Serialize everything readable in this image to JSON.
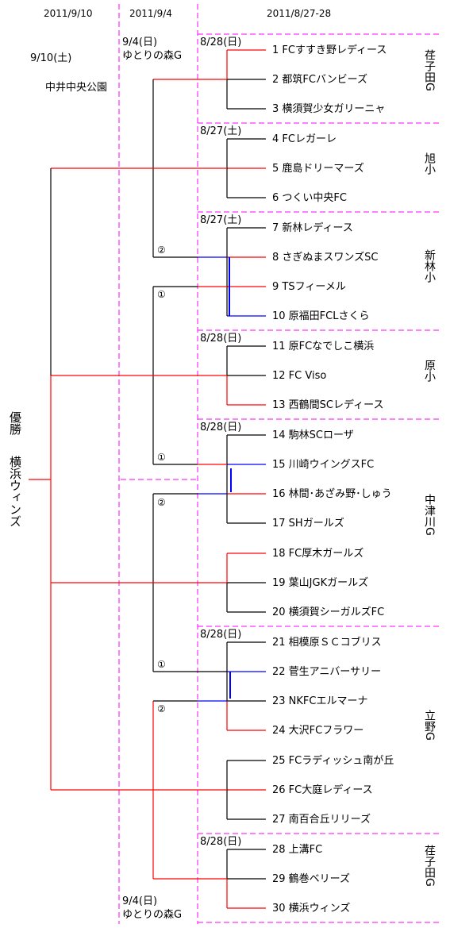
{
  "header": {
    "col_final": "2011/9/10",
    "col_semi": "2011/9/4",
    "col_groups": "2011/8/27-28"
  },
  "final_info": {
    "date": "9/10(土)",
    "venue": "中井中央公園"
  },
  "semi_info_top": {
    "date": "9/4(日)",
    "venue": "ゆとりの森G"
  },
  "semi_info_bottom": {
    "date": "9/4(日)",
    "venue": "ゆとりの森G"
  },
  "champion": {
    "title": "優勝",
    "name": "横浜ウィンズ"
  },
  "groups": [
    {
      "date": "8/28(日)",
      "venue": "荏子田G"
    },
    {
      "date": "8/27(土)",
      "venue": "旭小"
    },
    {
      "date": "8/27(土)",
      "venue": "新林小"
    },
    {
      "date": "8/28(日)",
      "venue": "原小"
    },
    {
      "date": "8/28(日)",
      "venue": "中津川G"
    },
    {
      "date": "8/28(日)",
      "venue": "立野G"
    },
    {
      "date": "8/28(日)",
      "venue": "荏子田G"
    }
  ],
  "teams": [
    "1 FCすすき野レディース",
    "2 都筑FCバンビーズ",
    "3 横須賀少女ガリーニャ",
    "4 FCレガーレ",
    "5 鹿島ドリーマーズ",
    "6 つくい中央FC",
    "7 新林レディース",
    "8 さぎぬまスワンズSC",
    "9 TSフィーメル",
    "10 原福田FCLさくら",
    "11 原FCなでしこ横浜",
    "12 FC Viso",
    "13 西鶴間SCレディース",
    "14 駒林SCローザ",
    "15 川崎ウイングスFC",
    "16 林間･あざみ野･しゅう",
    "17 SHガールズ",
    "18 FC厚木ガールズ",
    "19 葉山JGKガールズ",
    "20 横須賀シーガルズFC",
    "21 相模原ＳＣコブリス",
    "22 菅生アニバーサリー",
    "23 NKFCエルマーナ",
    "24 大沢FCフラワー",
    "25 FCラディッシュ南が丘",
    "26 FC大庭レディース",
    "27 南百合丘リリーズ",
    "28 上溝FC",
    "29 鶴巻ベリーズ",
    "30 横浜ウィンズ"
  ],
  "match_markers": [
    "②",
    "①",
    "①",
    "②",
    "①",
    "②"
  ],
  "colors": {
    "win": "#ff0000",
    "lose": "#000000",
    "playoff": "#0000ff",
    "divider": "#ff00ff"
  }
}
